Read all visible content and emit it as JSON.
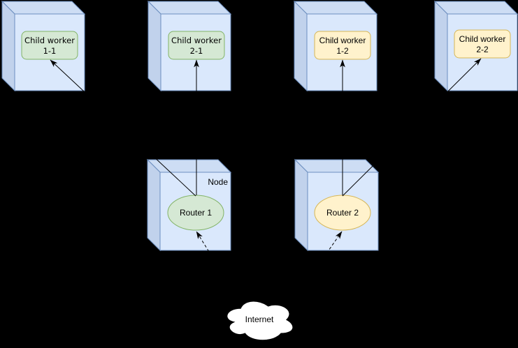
{
  "diagram": {
    "background": "#000000",
    "workers": [
      {
        "line1": "Child worker",
        "line2": "1-1",
        "color": "green"
      },
      {
        "line1": "Child worker",
        "line2": "2-1",
        "color": "green"
      },
      {
        "line1": "Child worker",
        "line2": "1-2",
        "color": "yellow"
      },
      {
        "line1": "Child worker",
        "line2": "2-2",
        "color": "yellow"
      }
    ],
    "nodes": [
      {
        "corner_label": "Node",
        "router_label": "Router 1",
        "color": "green"
      },
      {
        "router_label": "Router 2",
        "color": "yellow"
      }
    ],
    "cloud": {
      "label": "Internet"
    },
    "palette": {
      "cube_front": "#dae8fc",
      "cube_top": "#cdddf4",
      "cube_side": "#c1d2ec",
      "cube_stroke": "#6c8ebf",
      "green_fill": "#d5e8d4",
      "green_stroke": "#82b366",
      "yellow_fill": "#fff2cc",
      "yellow_stroke": "#d6b656",
      "edge_color": "#000000",
      "cloud_fill": "#ffffff",
      "cloud_stroke": "#000000",
      "text_color": "#000000"
    }
  }
}
